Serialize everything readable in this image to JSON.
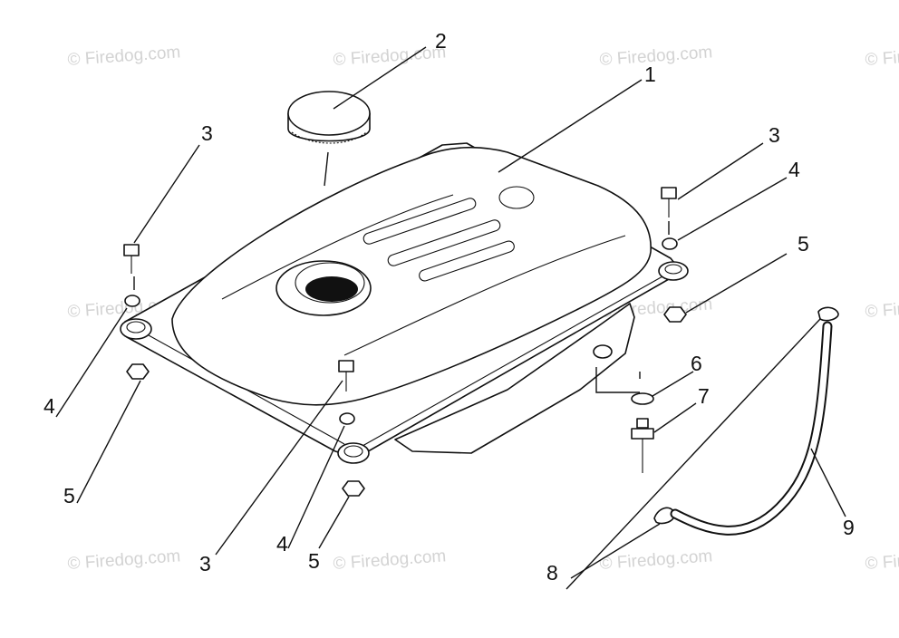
{
  "watermark": "© Firedog.com",
  "callouts": {
    "c1": "1",
    "c2": "2",
    "c3a": "3",
    "c3b": "3",
    "c3c": "3",
    "c4a": "4",
    "c4b": "4",
    "c4c": "4",
    "c5a": "5",
    "c5b": "5",
    "c5c": "5",
    "c6": "6",
    "c7": "7",
    "c8": "8",
    "c9": "9"
  }
}
